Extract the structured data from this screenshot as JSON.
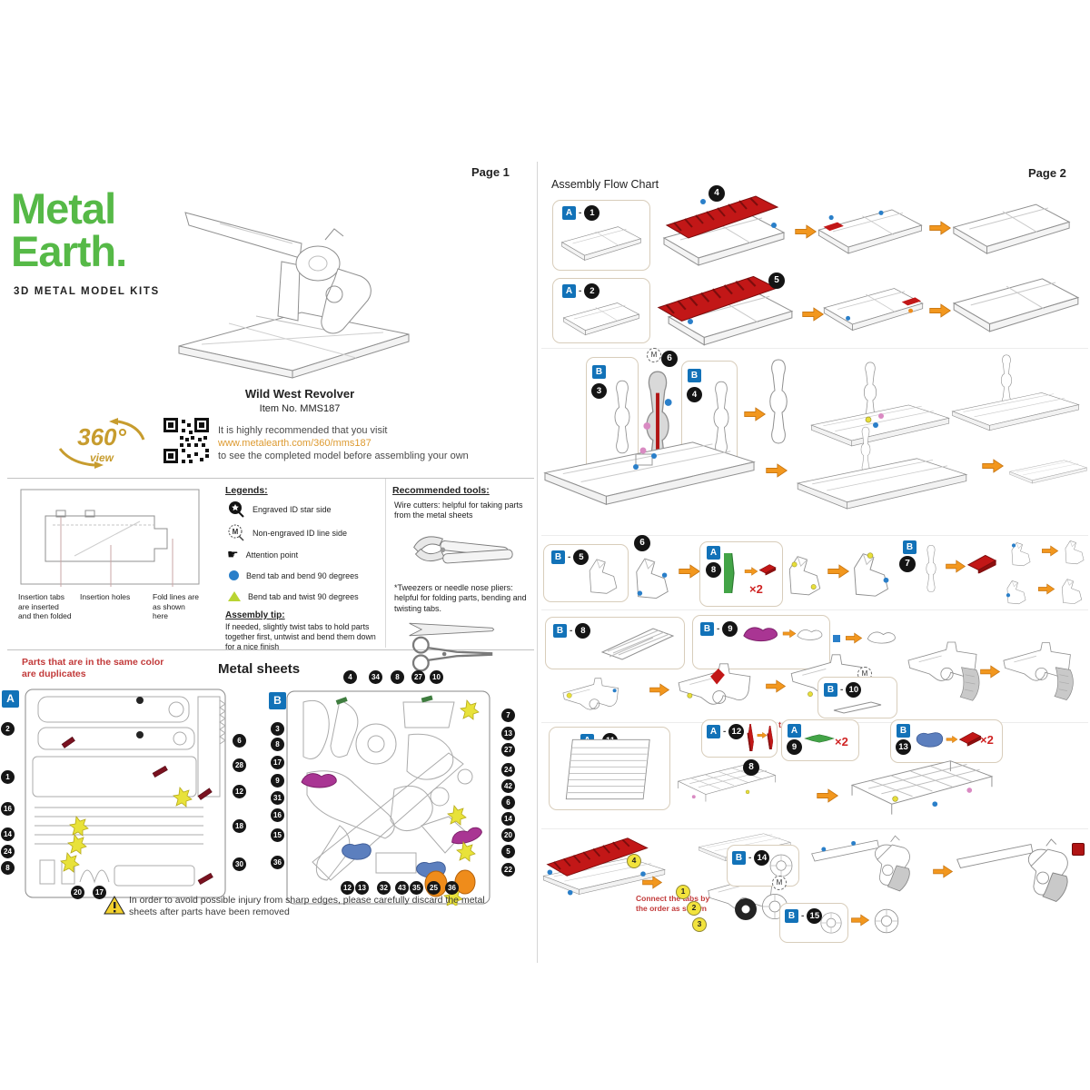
{
  "misc": {
    "dash": "-",
    "x2": "×2",
    "m": "M",
    "attention_glyph": "☛"
  },
  "page1": {
    "page_label": "Page 1",
    "logo": {
      "line1": "Metal",
      "line2": "Earth.",
      "tagline": "3D METAL MODEL KITS"
    },
    "hero_caption": {
      "name": "Wild West Revolver",
      "item_no": "Item No. MMS187"
    },
    "badge360": {
      "number": "360°",
      "label": "view"
    },
    "recommendation": {
      "line1": "It is highly recommended that you visit",
      "url": "www.metalearth.com/360/mms187",
      "line2": "to see the completed model before assembling your own"
    },
    "insertion": {
      "tabs": "Insertion tabs are inserted and then folded",
      "holes": "Insertion holes",
      "fold": "Fold lines are as shown here"
    },
    "legends": {
      "title": "Legends:",
      "items": [
        {
          "label": "Engraved ID star side"
        },
        {
          "label": "Non-engraved ID line side"
        },
        {
          "label": "Attention point"
        },
        {
          "label": "Bend tab and bend 90 degrees"
        },
        {
          "label": "Bend tab and twist 90 degrees"
        }
      ]
    },
    "assembly_tip": {
      "title": "Assembly tip:",
      "text": "If needed, slightly twist tabs to hold parts together first, untwist and bend them down for a nice finish"
    },
    "tools": {
      "title": "Recommended tools:",
      "tool1": "Wire cutters: helpful for taking parts from the metal sheets",
      "tool2": "*Tweezers or needle nose pliers: helpful for folding parts, bending and twisting tabs."
    },
    "duplicates_note": "Parts that are in the same color are duplicates",
    "sheets_title": "Metal sheets",
    "sheet_a": {
      "label": "A",
      "left": [
        "2",
        "1",
        "16",
        "14",
        "24",
        "8"
      ],
      "right": [
        "6",
        "28",
        "12",
        "18",
        "30"
      ],
      "bottom": [
        "20",
        "17"
      ]
    },
    "sheet_b": {
      "label": "B",
      "top": [
        "4",
        "34",
        "8",
        "27",
        "10"
      ],
      "left": [
        "3",
        "8",
        "17",
        "9",
        "31",
        "16",
        "15",
        "36"
      ],
      "right": [
        "7",
        "13",
        "27",
        "24",
        "42",
        "6",
        "14",
        "20",
        "5",
        "22"
      ],
      "bottom": [
        "12",
        "13",
        "32",
        "43",
        "35",
        "25",
        "36"
      ]
    },
    "warning": "In order to avoid possible injury from sharp edges, please carefully discard the metal sheets after parts have been removed"
  },
  "page2": {
    "page_label": "Page 2",
    "title": "Assembly Flow Chart",
    "steps": {
      "s1": {
        "sheet": "A",
        "part": "1",
        "circle": "4"
      },
      "s2": {
        "sheet": "A",
        "part": "2",
        "circle": "5"
      },
      "s3a": {
        "sheet": "B",
        "part": "3"
      },
      "s3b": {
        "sheet": "B",
        "part": "4"
      },
      "s3_circle": "6",
      "s4a": {
        "sheet": "B",
        "part": "5"
      },
      "s4_circle": "6",
      "s4b": {
        "sheet": "A",
        "part": "8"
      },
      "s4c": {
        "sheet": "B",
        "part": "7"
      },
      "s5a": {
        "sheet": "B",
        "part": "8"
      },
      "s5b": {
        "sheet": "B",
        "part": "9"
      },
      "s5c": {
        "sheet": "B",
        "part": "10"
      },
      "s5_note": "Connect these 2 tabs first",
      "s6a": {
        "sheet": "A",
        "part": "11"
      },
      "s6b": {
        "sheet": "A",
        "part": "12"
      },
      "s6c": {
        "sheet": "A",
        "part": "9"
      },
      "s6d": {
        "sheet": "B",
        "part": "13"
      },
      "s6_circle": "8",
      "s7a": {
        "sheet": "B",
        "part": "14"
      },
      "s7b": {
        "sheet": "B",
        "part": "15"
      },
      "s7_note": "Connect the tabs by the order as shown",
      "s7_order": [
        "4",
        "1",
        "2",
        "3"
      ]
    }
  }
}
